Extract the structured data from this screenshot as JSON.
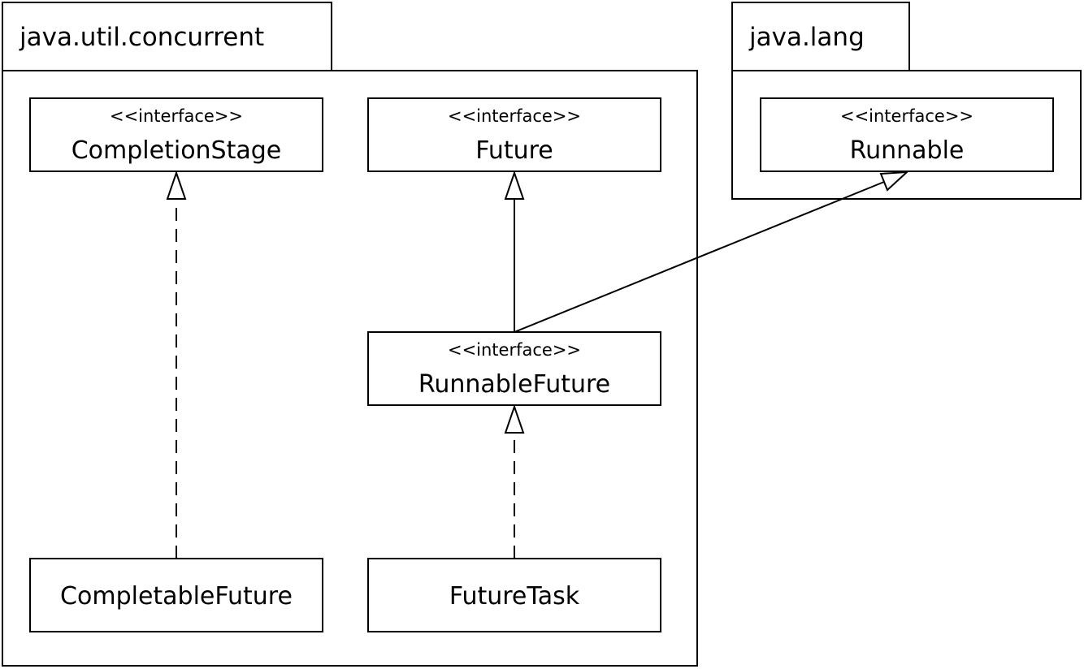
{
  "packages": [
    {
      "id": "java-util-concurrent",
      "label": "java.util.concurrent"
    },
    {
      "id": "java-lang",
      "label": "java.lang"
    }
  ],
  "classes": [
    {
      "id": "completion-stage",
      "stereotype": "<<interface>>",
      "name": "CompletionStage"
    },
    {
      "id": "future",
      "stereotype": "<<interface>>",
      "name": "Future"
    },
    {
      "id": "runnable",
      "stereotype": "<<interface>>",
      "name": "Runnable"
    },
    {
      "id": "runnable-future",
      "stereotype": "<<interface>>",
      "name": "RunnableFuture"
    },
    {
      "id": "completable-future",
      "stereotype": "",
      "name": "CompletableFuture"
    },
    {
      "id": "future-task",
      "stereotype": "",
      "name": "FutureTask"
    }
  ],
  "relations": [
    {
      "from": "completable-future",
      "to": "completion-stage",
      "type": "realization"
    },
    {
      "from": "runnable-future",
      "to": "future",
      "type": "generalization"
    },
    {
      "from": "runnable-future",
      "to": "runnable",
      "type": "generalization"
    },
    {
      "from": "future-task",
      "to": "runnable-future",
      "type": "realization"
    }
  ]
}
